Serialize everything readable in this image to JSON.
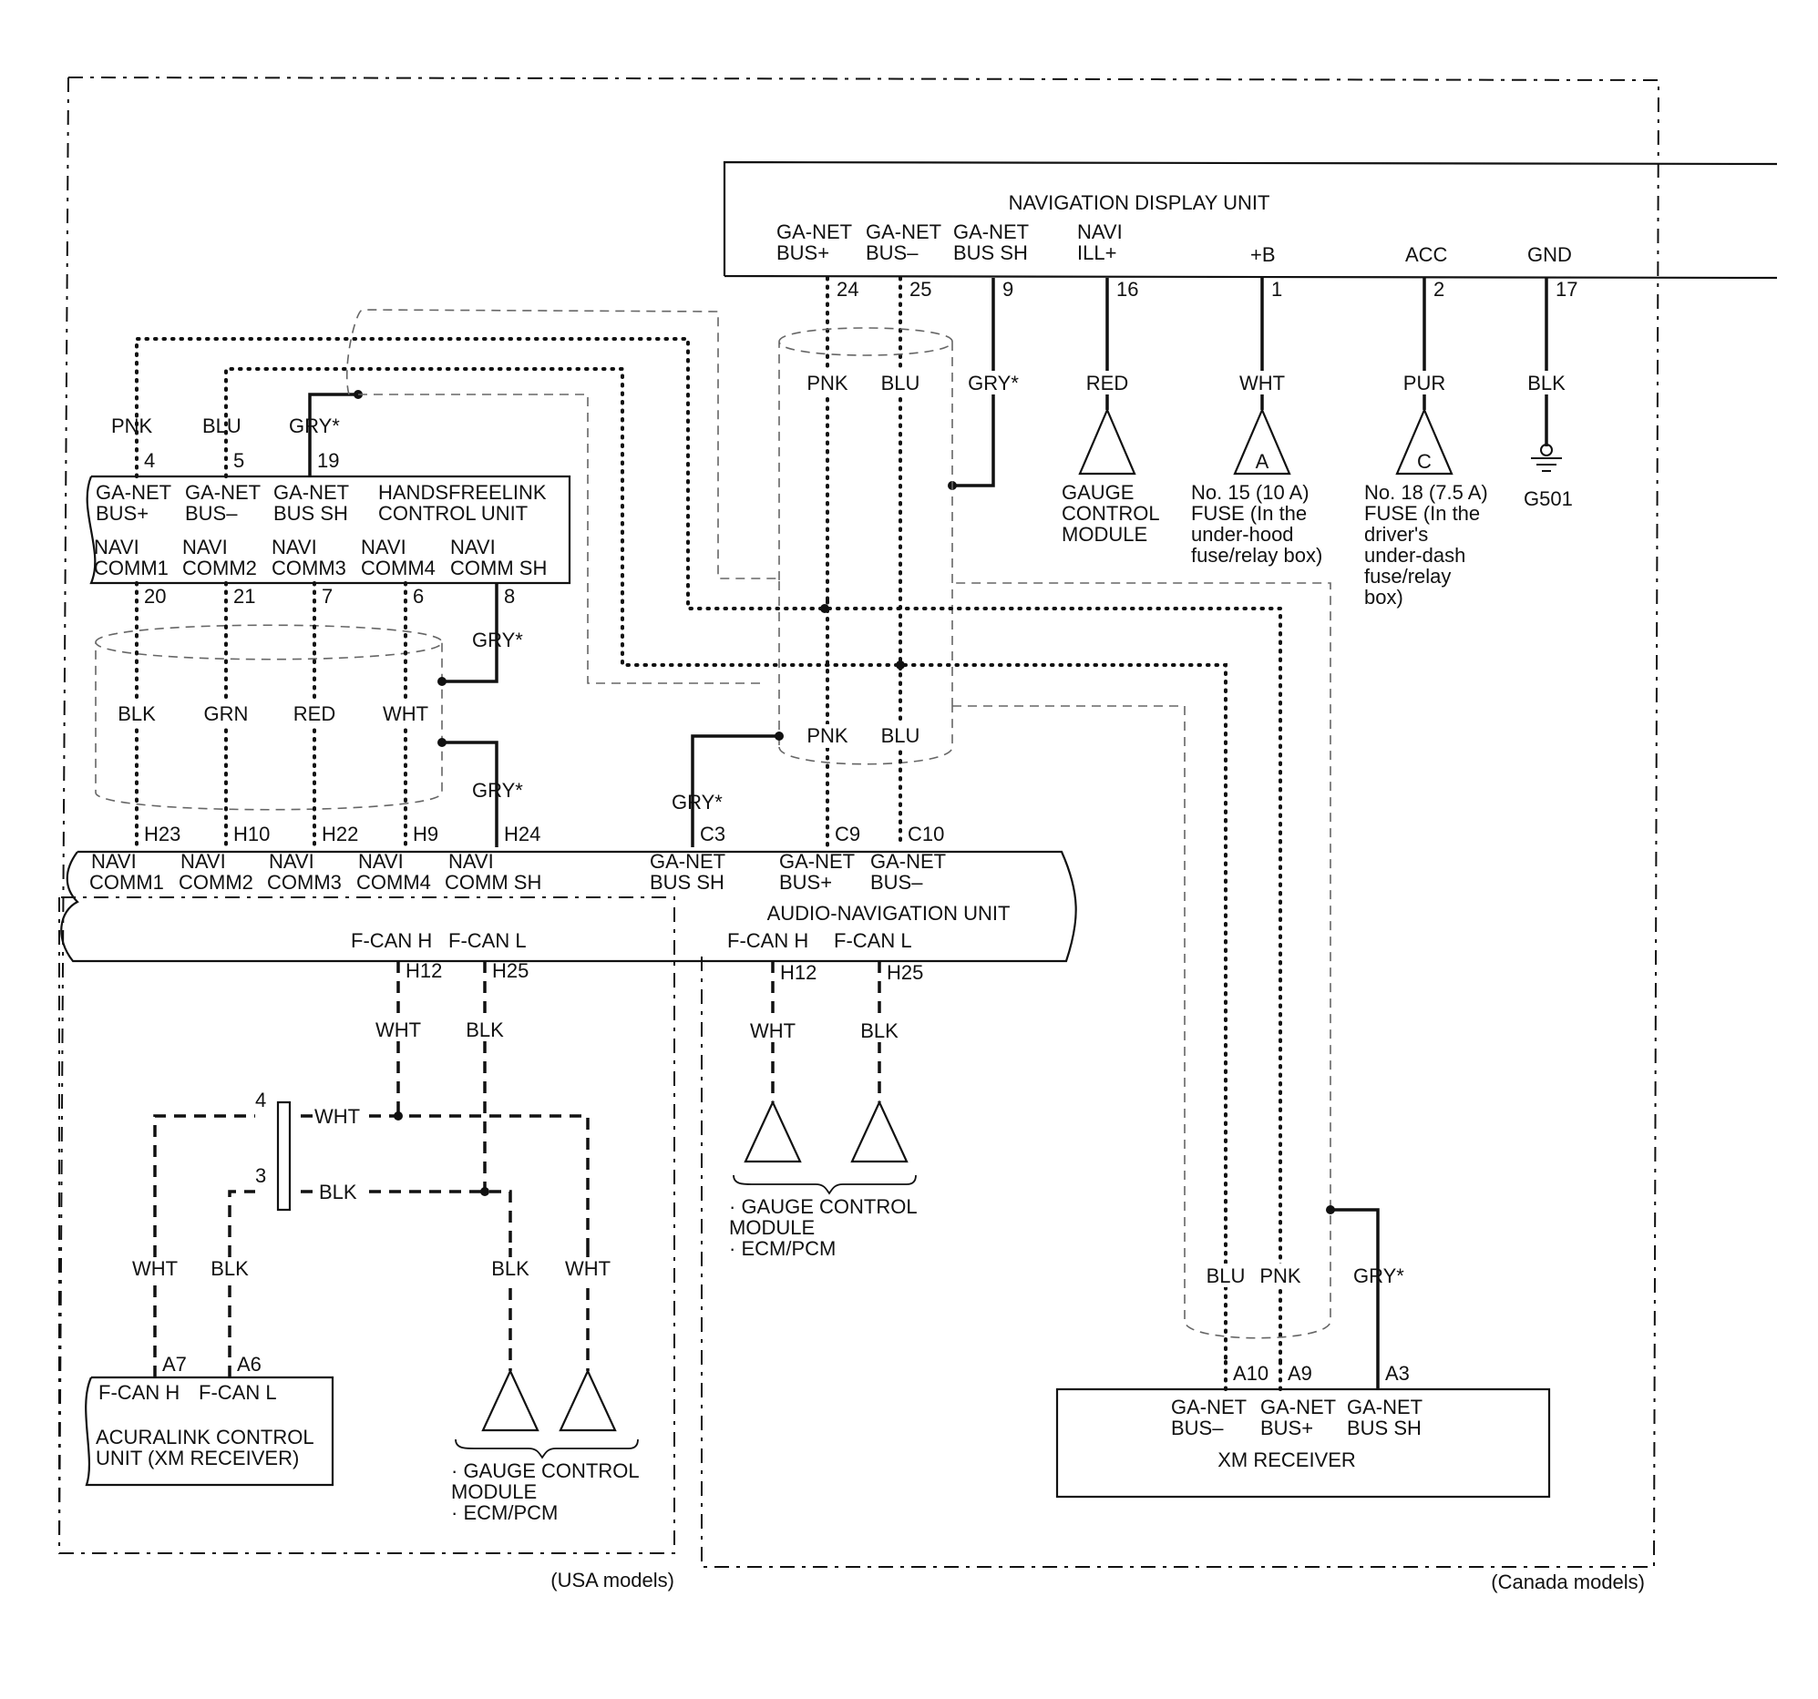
{
  "units": {
    "nav_display": {
      "title": "NAVIGATION DISPLAY UNIT",
      "pins": [
        {
          "l1": "GA-NET",
          "l2": "BUS+",
          "num": "24",
          "wire": "PNK"
        },
        {
          "l1": "GA-NET",
          "l2": "BUS–",
          "num": "25",
          "wire": "BLU"
        },
        {
          "l1": "GA-NET",
          "l2": "BUS SH",
          "num": "9",
          "wire": "GRY*"
        },
        {
          "l1": "NAVI",
          "l2": "ILL+",
          "num": "16",
          "wire": "RED"
        },
        {
          "l1": "+B",
          "num": "1",
          "wire": "WHT"
        },
        {
          "l1": "ACC",
          "num": "2",
          "wire": "PUR"
        },
        {
          "l1": "GND",
          "num": "17",
          "wire": "BLK"
        }
      ]
    },
    "handsfreelink": {
      "title_1": "HANDSFREELINK",
      "title_2": "CONTROL UNIT",
      "top_pins": [
        {
          "l1": "GA-NET",
          "l2": "BUS+",
          "num": "4",
          "wire": "PNK"
        },
        {
          "l1": "GA-NET",
          "l2": "BUS–",
          "num": "5",
          "wire": "BLU"
        },
        {
          "l1": "GA-NET",
          "l2": "BUS SH",
          "num": "19",
          "wire": "GRY*"
        }
      ],
      "bottom_pins": [
        {
          "l1": "NAVI",
          "l2": "COMM1",
          "num": "20",
          "wire": "BLK"
        },
        {
          "l1": "NAVI",
          "l2": "COMM2",
          "num": "21",
          "wire": "GRN"
        },
        {
          "l1": "NAVI",
          "l2": "COMM3",
          "num": "7",
          "wire": "RED"
        },
        {
          "l1": "NAVI",
          "l2": "COMM4",
          "num": "6",
          "wire": "WHT"
        },
        {
          "l1": "NAVI",
          "l2": "COMM SH",
          "num": "8",
          "wire": "GRY*"
        }
      ],
      "shield_wire_bottom": "GRY*"
    },
    "audio_nav": {
      "title": "AUDIO-NAVIGATION UNIT",
      "top_pins": [
        {
          "l1": "NAVI",
          "l2": "COMM1",
          "num": "H23"
        },
        {
          "l1": "NAVI",
          "l2": "COMM2",
          "num": "H10"
        },
        {
          "l1": "NAVI",
          "l2": "COMM3",
          "num": "H22"
        },
        {
          "l1": "NAVI",
          "l2": "COMM4",
          "num": "H9"
        },
        {
          "l1": "NAVI",
          "l2": "COMM SH",
          "num": "H24"
        },
        {
          "l1": "GA-NET",
          "l2": "BUS SH",
          "num": "C3",
          "wire": "GRY*"
        },
        {
          "l1": "GA-NET",
          "l2": "BUS+",
          "num": "C9",
          "wire": "PNK"
        },
        {
          "l1": "GA-NET",
          "l2": "BUS–",
          "num": "C10",
          "wire": "BLU"
        }
      ],
      "usa_can": [
        {
          "label": "F-CAN H",
          "num": "H12",
          "wire": "WHT"
        },
        {
          "label": "F-CAN L",
          "num": "H25",
          "wire": "BLK"
        }
      ],
      "canada_can": [
        {
          "label": "F-CAN H",
          "num": "H12",
          "wire": "WHT"
        },
        {
          "label": "F-CAN L",
          "num": "H25",
          "wire": "BLK"
        }
      ]
    },
    "xm_receiver": {
      "title": "XM RECEIVER",
      "pins": [
        {
          "l1": "GA-NET",
          "l2": "BUS–",
          "num": "A10",
          "wire": "BLU"
        },
        {
          "l1": "GA-NET",
          "l2": "BUS+",
          "num": "A9",
          "wire": "PNK"
        },
        {
          "l1": "GA-NET",
          "l2": "BUS SH",
          "num": "A3",
          "wire": "GRY*"
        }
      ]
    },
    "acuralink": {
      "title_1": "ACURALINK CONTROL",
      "title_2": "UNIT (XM RECEIVER)",
      "pins": [
        {
          "label": "F-CAN H",
          "num": "A7",
          "wire": "WHT"
        },
        {
          "label": "F-CAN L",
          "num": "A6",
          "wire": "BLK"
        }
      ]
    }
  },
  "connector": {
    "pin_top": "4",
    "pin_bottom": "3",
    "wire_top": "WHT",
    "wire_bottom": "BLK"
  },
  "usa_branch": {
    "wire_left": "BLK",
    "wire_right": "WHT"
  },
  "terminals": {
    "gauge_module": {
      "l1": "GAUGE",
      "l2": "CONTROL",
      "l3": "MODULE"
    },
    "fuse_a": {
      "letter": "A",
      "l1": "No. 15 (10 A)",
      "l2": "FUSE (In the",
      "l3": "under-hood",
      "l4": "fuse/relay box)"
    },
    "fuse_c": {
      "letter": "C",
      "l1": "No. 18 (7.5 A)",
      "l2": "FUSE (In the",
      "l3": "driver's",
      "l4": "under-dash",
      "l5": "fuse/relay",
      "l6": "box)"
    },
    "ground": {
      "label": "G501"
    },
    "usa_modules": {
      "l1": "· GAUGE CONTROL",
      "l2": "MODULE",
      "l3": "· ECM/PCM"
    },
    "canada_modules": {
      "l1": "· GAUGE CONTROL",
      "l2": "MODULE",
      "l3": "· ECM/PCM"
    }
  },
  "regions": {
    "usa": "(USA models)",
    "canada": "(Canada models)"
  },
  "mid_shield_wires": {
    "left": "PNK",
    "right": "BLU",
    "gry": "GRY*"
  }
}
